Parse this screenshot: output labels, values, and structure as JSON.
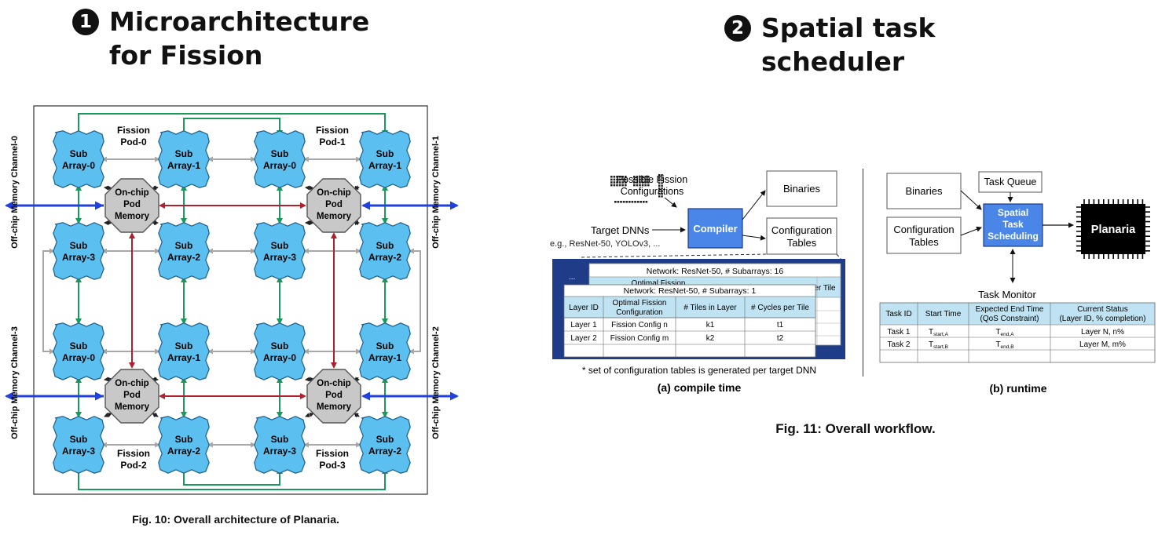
{
  "left": {
    "heading_number": "1",
    "heading_line1": "Microarchitecture",
    "heading_line2": "for Fission",
    "caption": "Fig. 10: Overall architecture of Planaria.",
    "memory_channels": {
      "ch0": "Off-chip Memory Channel-0",
      "ch1": "Off-chip Memory Channel-1",
      "ch2": "Off-chip Memory Channel-2",
      "ch3": "Off-chip Memory Channel-3"
    },
    "pods": [
      {
        "label1": "Fission",
        "label2": "Pod-0",
        "memory": [
          "On-chip",
          "Pod",
          "Memory"
        ],
        "subarrays": [
          [
            "Sub",
            "Array-0"
          ],
          [
            "Sub",
            "Array-1"
          ],
          [
            "Sub",
            "Array-3"
          ],
          [
            "Sub",
            "Array-2"
          ]
        ]
      },
      {
        "label1": "Fission",
        "label2": "Pod-1",
        "memory": [
          "On-chip",
          "Pod",
          "Memory"
        ],
        "subarrays": [
          [
            "Sub",
            "Array-0"
          ],
          [
            "Sub",
            "Array-1"
          ],
          [
            "Sub",
            "Array-3"
          ],
          [
            "Sub",
            "Array-2"
          ]
        ]
      },
      {
        "label1": "Fission",
        "label2": "Pod-2",
        "memory": [
          "On-chip",
          "Pod",
          "Memory"
        ],
        "subarrays": [
          [
            "Sub",
            "Array-0"
          ],
          [
            "Sub",
            "Array-1"
          ],
          [
            "Sub",
            "Array-3"
          ],
          [
            "Sub",
            "Array-2"
          ]
        ]
      },
      {
        "label1": "Fission",
        "label2": "Pod-3",
        "memory": [
          "On-chip",
          "Pod",
          "Memory"
        ],
        "subarrays": [
          [
            "Sub",
            "Array-0"
          ],
          [
            "Sub",
            "Array-1"
          ],
          [
            "Sub",
            "Array-3"
          ],
          [
            "Sub",
            "Array-2"
          ]
        ]
      }
    ],
    "colors": {
      "subarray": "#5bc0f0",
      "memory": "#c8c8c8",
      "green": "#1a9a5a",
      "red": "#b0202c",
      "blue": "#2040e0",
      "gray_arrow": "#a8a8a8"
    }
  },
  "right": {
    "heading_number": "2",
    "heading_line1": "Spatial task",
    "heading_line2": "scheduler",
    "caption": "Fig. 11: Overall workflow.",
    "compile": {
      "possible_configs_1": "Possible Fission",
      "possible_configs_2": "Configurations",
      "target_dnns": "Target DNNs",
      "target_eg": "e.g., ResNet-50, YOLOv3, ...",
      "compiler": "Compiler",
      "binaries": "Binaries",
      "config_tables_1": "Configuration",
      "config_tables_2": "Tables",
      "back_title": "Network: ResNet-50, # Subarrays: 16",
      "back_partial_col": "Optimal Fission",
      "back_partial_right": "er Tile",
      "ellipsis": "...",
      "front_title": "Network: ResNet-50, # Subarrays: 1",
      "headers": [
        "Layer ID",
        "Optimal Fission Configuration",
        "# Tiles in Layer",
        "# Cycles per Tile"
      ],
      "rows": [
        [
          "Layer 1",
          "Fission Config n",
          "k1",
          "t1"
        ],
        [
          "Layer 2",
          "Fission Config m",
          "k2",
          "t2"
        ]
      ],
      "footnote": "* set of configuration tables is generated per target DNN",
      "label": "(a) compile time"
    },
    "runtime": {
      "binaries": "Binaries",
      "config_tables_1": "Configuration",
      "config_tables_2": "Tables",
      "task_queue": "Task Queue",
      "scheduler": [
        "Spatial",
        "Task",
        "Scheduling"
      ],
      "planaria": "Planaria",
      "task_monitor": "Task Monitor",
      "headers": [
        "Task ID",
        "Start Time",
        "Expected End Time (QoS Constraint)",
        "Current Status (Layer ID, % completion)"
      ],
      "header_lines": [
        [
          "Task ID"
        ],
        [
          "Start Time"
        ],
        [
          "Expected End Time",
          "(QoS Constraint)"
        ],
        [
          "Current Status",
          "(Layer ID, % completion)"
        ]
      ],
      "rows": [
        [
          "Task 1",
          "T",
          "start,A",
          "T",
          "end,A",
          "Layer N, n%"
        ],
        [
          "Task 2",
          "T",
          "start,B",
          "T",
          "end,B",
          "Layer M, m%"
        ]
      ],
      "label": "(b) runtime"
    }
  }
}
